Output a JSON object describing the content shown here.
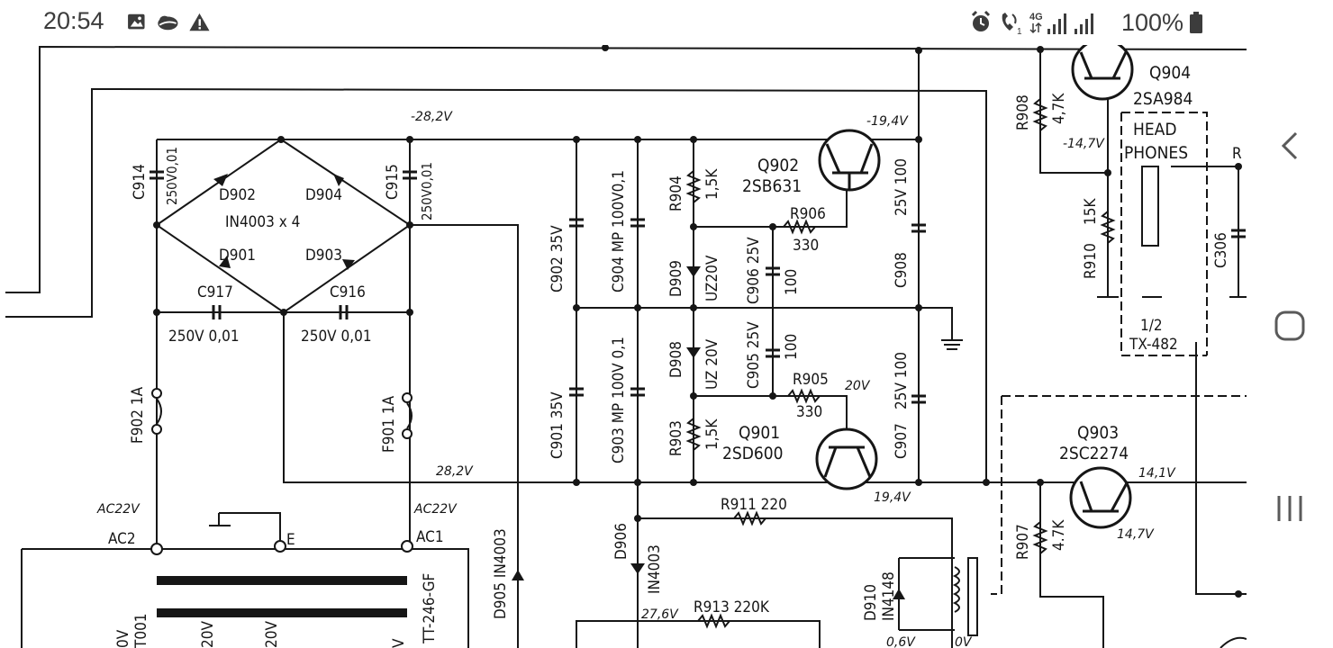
{
  "status_bar": {
    "time": "20:54",
    "battery": "100%",
    "left_icons": [
      "image-icon",
      "cloud-icon",
      "alert-icon"
    ],
    "right_icons": [
      "alarm-icon",
      "wifi-calling-icon",
      "network-4g-icon",
      "signal-icon",
      "signal-icon",
      "battery-icon"
    ],
    "network_label": "4G"
  },
  "schematic": {
    "components": {
      "c914": "C914",
      "c914_val": "250V0,01",
      "c915": "C915",
      "c915_val": "250V0,01",
      "d902": "D902",
      "d904": "D904",
      "bridge": "IN4003 x 4",
      "d901": "D901",
      "d903": "D903",
      "c917": "C917",
      "c917_val": "250V 0,01",
      "c916": "C916",
      "c916_val": "250V 0,01",
      "f902": "F902 1A",
      "f901": "F901 1A",
      "c902": "C902 35V",
      "c904": "C904 MP 100V0,1",
      "c901": "C901 35V",
      "c903": "C903 MP 100V 0,1",
      "r904": "R904",
      "r904_val": "1,5K",
      "r903": "R903",
      "r903_val": "1,5K",
      "d909": "D909",
      "d909_val": "UZ20V",
      "d908": "D908",
      "d908_val": "UZ 20V",
      "c906": "C906 25V",
      "c906_val": "100",
      "c905": "C905 25V",
      "c905_val": "100",
      "q902": "Q902",
      "q902_type": "2SB631",
      "q901": "Q901",
      "q901_type": "2SD600",
      "r906": "R906",
      "r906_val": "330",
      "r905": "R905",
      "r905_val": "330",
      "c908": "C908",
      "c908_val": "25V 100",
      "c907": "C907",
      "c907_val": "25V 100",
      "r908": "R908",
      "r908_val": "4,7K",
      "r910": "R910",
      "r910_val": "15K",
      "q904": "Q904",
      "q904_type": "2SA984",
      "headphones": "HEAD",
      "headphones2": "PHONES",
      "c306": "C306",
      "half": "1/2",
      "tx482": "TX-482",
      "q903": "Q903",
      "q903_type": "2SC2274",
      "r907": "R907",
      "r907_val": "4.7K",
      "r911": "R911 220",
      "r913": "R913 220K",
      "d905": "D905 IN4003",
      "d906": "D906",
      "d906_val": "IN4003",
      "d910": "D910",
      "d910_val": "IN4148",
      "ac2": "AC2",
      "ac1": "AC1",
      "e": "E",
      "t001": "T001",
      "tt246": "TT-246-GF",
      "r_partial": "R",
      "tr_v1": "0V",
      "tr_v2": "20V",
      "tr_v3": "20V",
      "tr_v4": "V"
    },
    "voltages": {
      "v_282_neg": "-28,2V",
      "v_194_neg": "-19,4V",
      "v_147_neg": "-14,7V",
      "v_282": "28,2V",
      "v_194": "19,4V",
      "v_141": "14,1V",
      "v_147": "14,7V",
      "v_20": "20V",
      "ac22_left": "AC22V",
      "ac22_right": "AC22V",
      "v_276": "27,6V",
      "v_06": "0,6V",
      "v_0": "0V"
    }
  },
  "nav_bar": {
    "buttons": [
      "back-icon",
      "home-icon",
      "recents-icon"
    ]
  }
}
